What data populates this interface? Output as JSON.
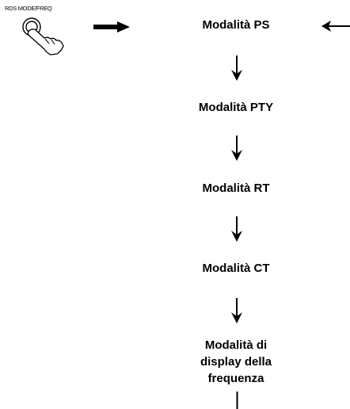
{
  "button": {
    "label": "RDS MODE/FREQ",
    "icon": "finger-pressing-button-icon"
  },
  "modes": [
    "Modalità PS",
    "Modalità PTY",
    "Modalità RT",
    "Modalità CT",
    "Modalità di display della frequenza"
  ]
}
